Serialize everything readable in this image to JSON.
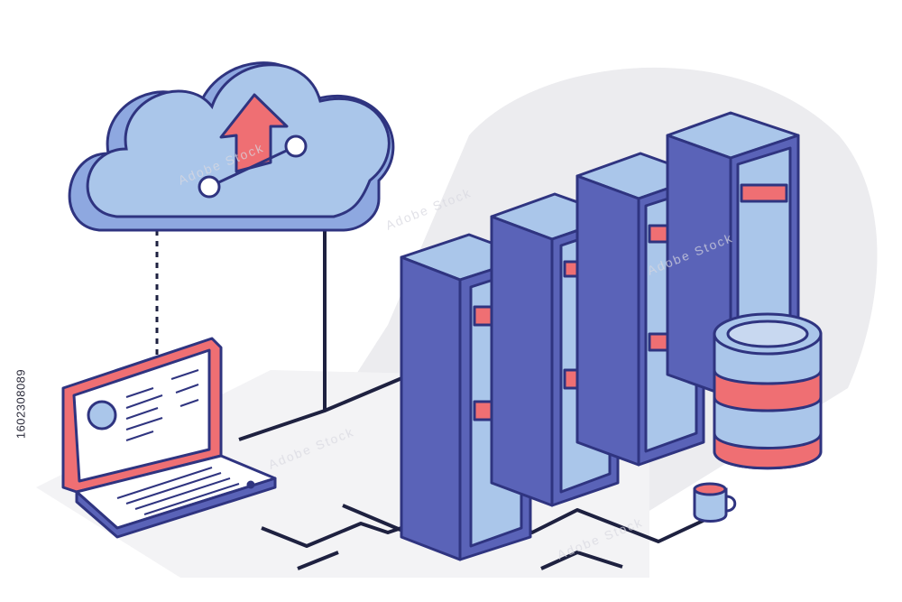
{
  "image": {
    "description_tags": [
      "cloud-upload",
      "laptop",
      "server-racks",
      "database",
      "coffee-mug"
    ],
    "side_id": "1602308089",
    "watermark": "Adobe Stock"
  },
  "colors": {
    "outline": "#2f3480",
    "server_body": "#5a63b8",
    "server_front": "#aac6ea",
    "accent": "#ef6f73",
    "cloud": "#aac6ea",
    "floor": "#f2f2f4"
  }
}
